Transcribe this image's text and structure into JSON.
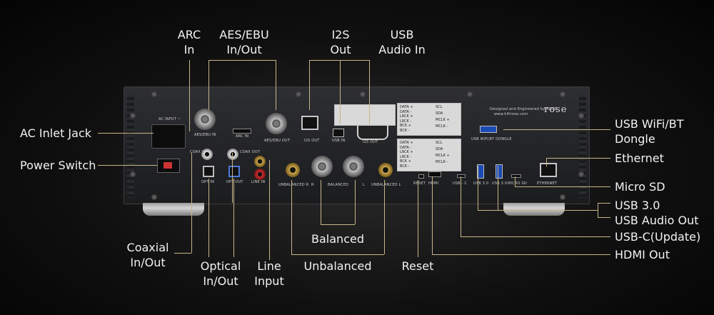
{
  "callouts": {
    "arc_in": [
      "ARC",
      "In"
    ],
    "aes_ebu": [
      "AES/EBU",
      "In/Out"
    ],
    "i2s_out": [
      "I2S",
      "Out"
    ],
    "usb_audio_in": [
      "USB",
      "Audio In"
    ],
    "ac_inlet": "AC Inlet Jack",
    "power_switch": "Power Switch",
    "coaxial": [
      "Coaxial",
      "In/Out"
    ],
    "optical": [
      "Optical",
      "In/Out"
    ],
    "line_input": [
      "Line",
      "Input"
    ],
    "unbalanced": "Unbalanced",
    "balanced": "Balanced",
    "reset": "Reset",
    "usb_wifi_bt": [
      "USB WiFi/BT",
      "Dongle"
    ],
    "ethernet": "Ethernet",
    "micro_sd": "Micro SD",
    "usb30": [
      "USB 3.0",
      "USB Audio Out"
    ],
    "usbc": "USB-C(Update)",
    "hdmi_out": "HDMI Out"
  },
  "panel": {
    "ac_input": "AC INPUT ~",
    "aes_ebu_in": "AES/EBU IN",
    "arc_in": "ARC IN",
    "aes_ebu_out": "AES/EBU OUT",
    "i2s_out": "I2S OUT",
    "usb_in": "USB IN",
    "i2s_out2": "I2S OUT",
    "coax_in": "COAX IN",
    "coax_out": "COAX OUT",
    "opt_in": "OPT IN",
    "opt_out": "OPT OUT",
    "line_in": "LINE IN",
    "unbalanced_r": "UNBALANCED R",
    "balanced": "BALANCED",
    "r": "R",
    "l": "L",
    "unbalanced_l": "UNBALANCED L",
    "reset": "RESET",
    "hdmi": "HDMI",
    "usbc": "USB - C",
    "usb30a": "USB 3.0",
    "usb30b": "USB 3.0",
    "micro_sd": "MICRO SD",
    "ethernet": "ETHERNET",
    "dongle": "USB WiFi/BT DONGLE",
    "designed": "Designed and Engineered by ROSE",
    "website": "www.hifirose.com",
    "brand": "rose",
    "i2s_pins": [
      "DATA +",
      "DATA -",
      "LRCK +",
      "LRCK -",
      "BCK +",
      "BCK -"
    ],
    "i2s_pins_right": [
      "SCL",
      "SDA",
      "MCLK +",
      "MCLK -"
    ]
  },
  "colors": {
    "line": "#c9b48a",
    "text": "#f2f2f2",
    "usb": "#1b4bb5"
  }
}
